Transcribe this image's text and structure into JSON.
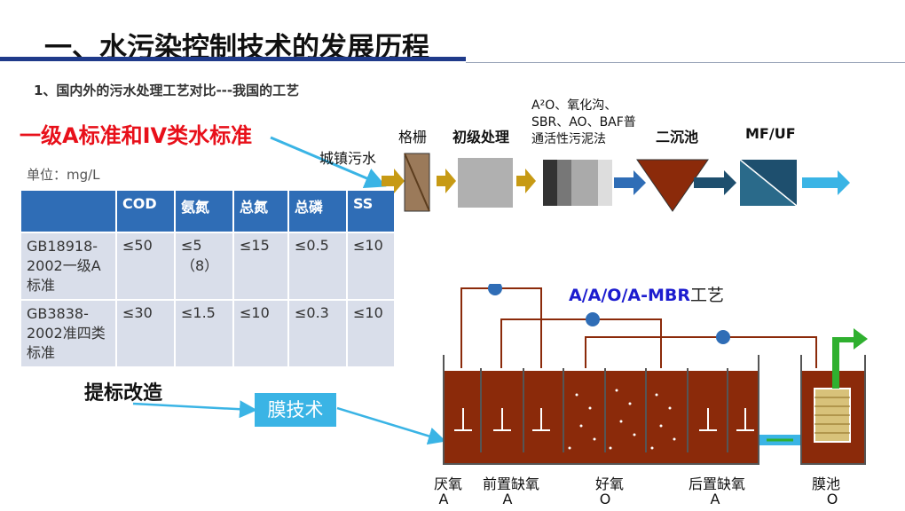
{
  "title": "一、水污染控制技术的发展历程",
  "subtitle": "1、国内外的污水处理工艺对比---我国的工艺",
  "standard_heading": "一级A标准和IV类水标准",
  "unit": "单位：mg/L",
  "table": {
    "headers": [
      "",
      "COD",
      "氨氮",
      "总氮",
      "总磷",
      "SS"
    ],
    "rows": [
      [
        "GB18918-2002一级A标准",
        "≤50",
        "≤5（8）",
        "≤15",
        "≤0.5",
        "≤10"
      ],
      [
        "GB3838-2002准四类标准",
        "≤30",
        "≤1.5",
        "≤10",
        "≤0.3",
        "≤10"
      ]
    ]
  },
  "process_flow": {
    "inlet": "城镇污水",
    "screen": "格栅",
    "primary": "初级处理",
    "secondary_text": "A²O、氧化沟、SBR、AO、BAF普通活性污泥法",
    "clarifier": "二沉池",
    "membrane": "MF/UF"
  },
  "upgrade": "提标改造",
  "membrane_tech": "膜技术",
  "mbr_title": "A/A/O/A-MBR",
  "mbr_title_suffix": "工艺",
  "zones": [
    {
      "name": "厌氧",
      "code": "A"
    },
    {
      "name": "前置缺氧",
      "code": "A"
    },
    {
      "name": "好氧",
      "code": "O"
    },
    {
      "name": "后置缺氧",
      "code": "A"
    },
    {
      "name": "膜池",
      "code": "O"
    }
  ],
  "colors": {
    "accent": "#1f3a8a",
    "red": "#e8101a",
    "table_head": "#2f6db6",
    "table_cell": "#d9deea",
    "tank": "#8b2a0a",
    "cyan": "#3ab4e5",
    "flow_arrow": "#c79a14"
  }
}
